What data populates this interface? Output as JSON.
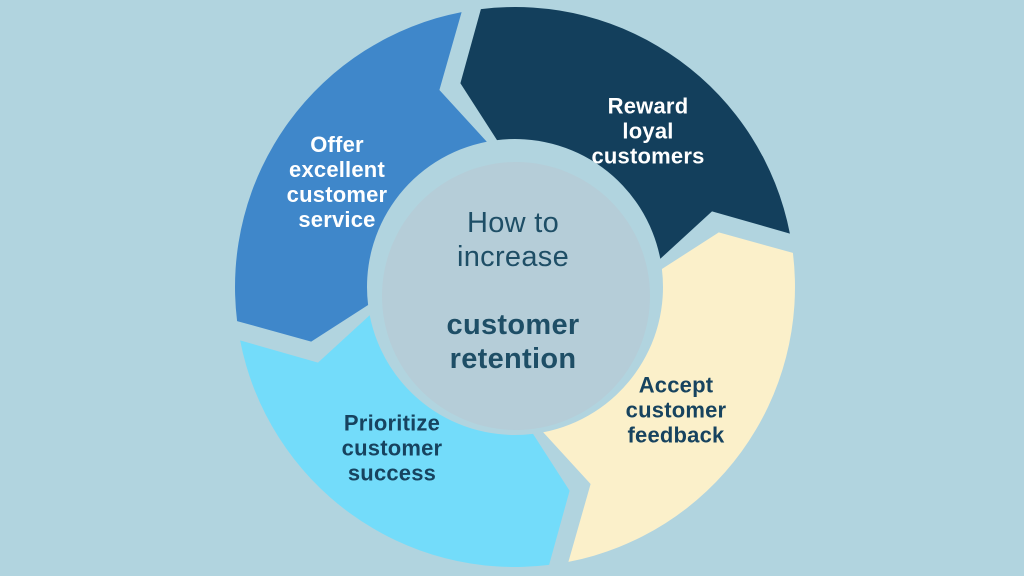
{
  "background_color": "#b1d4df",
  "diagram_type": "cycle",
  "cycle_direction": "counterclockwise",
  "center": {
    "circle_color": "#b5cdd8",
    "text_color": "#1e4e66",
    "title_regular": "How to\nincrease",
    "title_bold": "customer\nretention"
  },
  "segments": [
    {
      "id": "offer",
      "position": "top-left",
      "label": "Offer\nexcellent\ncustomer\nservice",
      "color": "#3f87ca",
      "text_color": "#ffffff"
    },
    {
      "id": "reward",
      "position": "top-right",
      "label": "Reward\nloyal\ncustomers",
      "color": "#133f5c",
      "text_color": "#ffffff"
    },
    {
      "id": "accept",
      "position": "bottom-right",
      "label": "Accept\ncustomer\nfeedback",
      "color": "#fbf0ca",
      "text_color": "#17435f"
    },
    {
      "id": "prioritize",
      "position": "bottom-left",
      "label": "Prioritize\ncustomer\nsuccess",
      "color": "#73dcfa",
      "text_color": "#17435f"
    }
  ]
}
